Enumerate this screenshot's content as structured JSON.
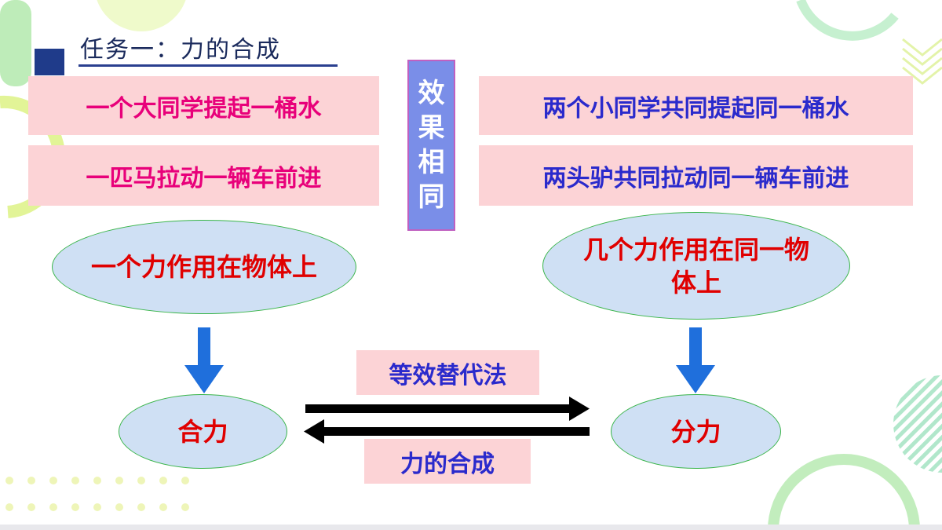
{
  "title": "任务一：力的合成",
  "top_left": {
    "row1": "一个大同学提起一桶水",
    "row2": "一匹马拉动一辆车前进"
  },
  "top_right": {
    "row1": "两个小同学共同提起同一桶水",
    "row2": "两头驴共同拉动同一辆车前进"
  },
  "center_label": [
    "效",
    "果",
    "相",
    "同"
  ],
  "ellipse_left": "一个力作用在物体上",
  "ellipse_right_line1": "几个力作用在同一物",
  "ellipse_right_line2": "体上",
  "node_left": "合力",
  "node_right": "分力",
  "arrow_top_label": "等效替代法",
  "arrow_bottom_label": "力的合成",
  "colors": {
    "pink_box": "#fcd3d6",
    "magenta_text": "#e8007a",
    "blue_text": "#2a2acc",
    "red_text": "#e00000",
    "ellipse_fill": "#cfe0f4",
    "arrow_blue": "#1f6fdc"
  }
}
